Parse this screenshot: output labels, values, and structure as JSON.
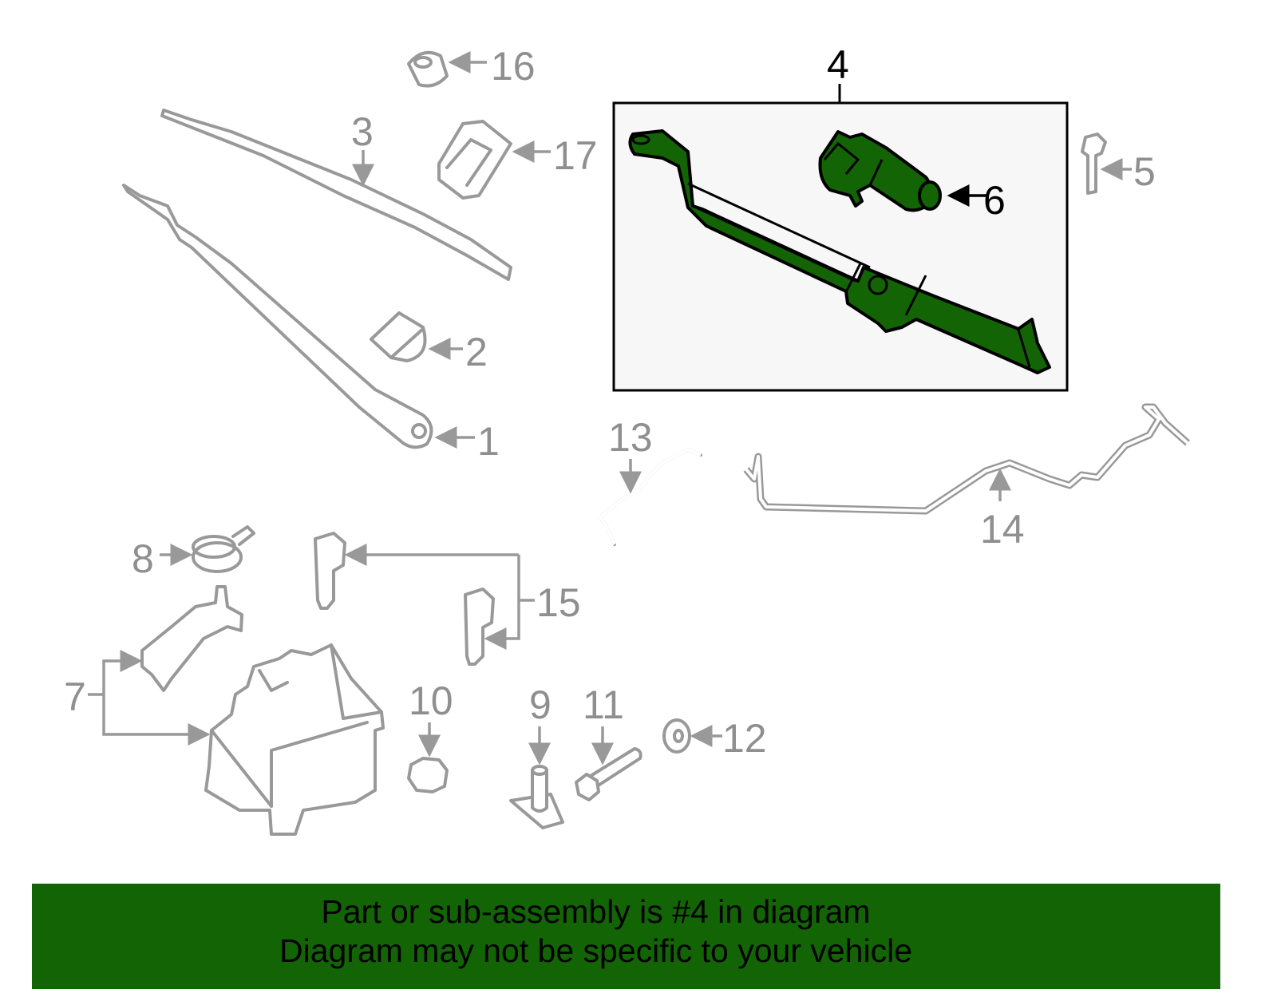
{
  "diagram": {
    "callouts": {
      "c1": "1",
      "c2": "2",
      "c3": "3",
      "c4": "4",
      "c5": "5",
      "c6": "6",
      "c7": "7",
      "c8": "8",
      "c9": "9",
      "c10": "10",
      "c11": "11",
      "c12": "12",
      "c13": "13",
      "c14": "14",
      "c15": "15",
      "c16": "16",
      "c17": "17"
    },
    "highlighted_part": "4",
    "highlight_color": "#136405",
    "part_line_color": "#999999"
  },
  "banner": {
    "line1": "Part or sub-assembly is #4 in diagram",
    "line2": "Diagram may not be specific to your vehicle",
    "background": "#136405"
  }
}
